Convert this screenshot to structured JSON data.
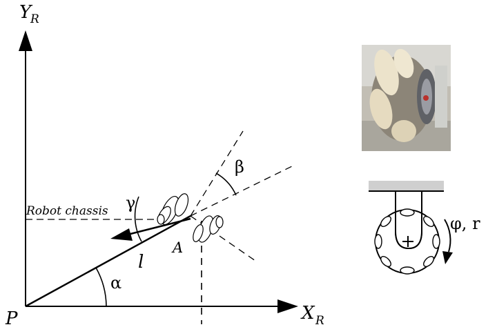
{
  "labels": {
    "y_axis": "Y",
    "y_axis_sub": "R",
    "x_axis": "X",
    "x_axis_sub": "R",
    "origin": "P",
    "point_a": "A",
    "length": "l",
    "alpha": "α",
    "beta": "β",
    "gamma": "γ",
    "chassis": "Robot chassis",
    "wheel_params": "φ, r"
  },
  "photo": {
    "description_icon": "mecanum-wheel-photo"
  },
  "colors": {
    "line": "#000000",
    "photo_bg": "#b9b4a8",
    "roller": "#e9dfc8",
    "hub": "#6e6f73",
    "mount_plate": "#cfcfcf"
  }
}
